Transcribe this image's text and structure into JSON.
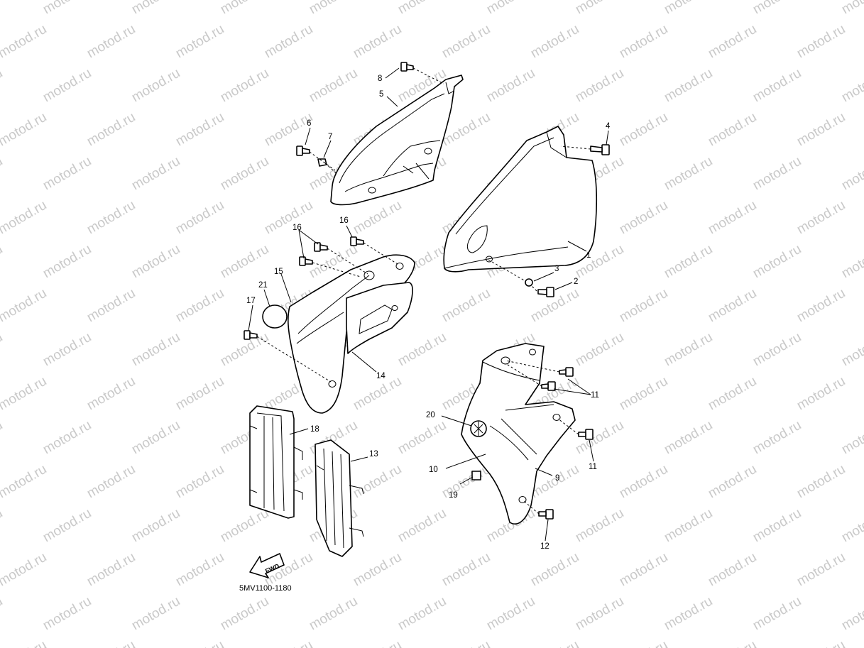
{
  "watermark": "motod.ru",
  "diagram_code": "5MV1100-1180",
  "fwd_label": "FWD",
  "callouts": {
    "c1": "1",
    "c2": "2",
    "c3": "3",
    "c4": "4",
    "c5": "5",
    "c6": "6",
    "c7": "7",
    "c8": "8",
    "c9": "9",
    "c10": "10",
    "c11a": "11",
    "c11b": "11",
    "c12": "12",
    "c13": "13",
    "c14": "14",
    "c15": "15",
    "c16a": "16",
    "c16b": "16",
    "c17": "17",
    "c18": "18",
    "c19": "19",
    "c20": "20",
    "c21": "21"
  }
}
